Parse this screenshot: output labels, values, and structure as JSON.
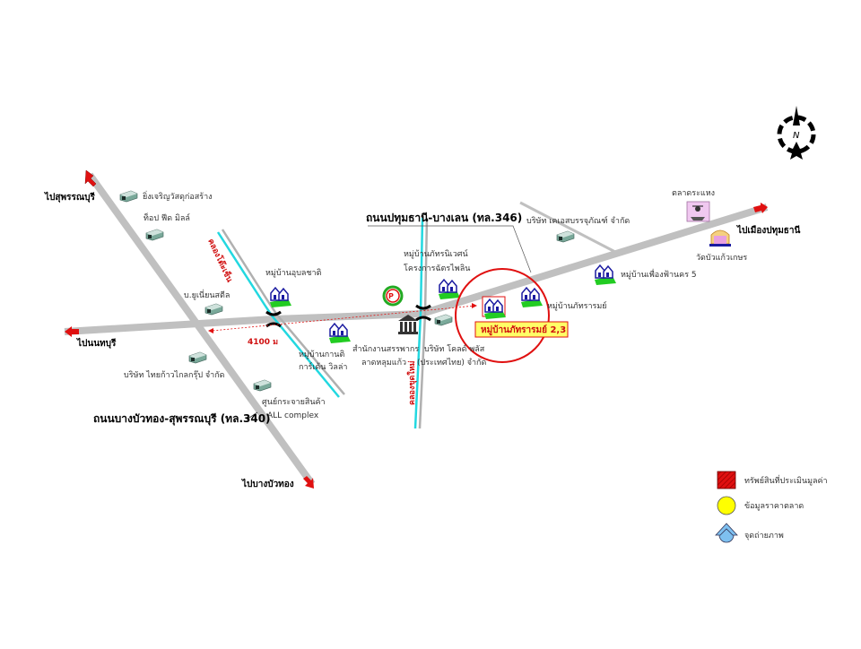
{
  "colors": {
    "road": "#c0c0c0",
    "canal": "#22d8e0",
    "marker": "#e01010",
    "highlight_fill": "#ffff66",
    "house": "#1a1aa0",
    "lawn": "#22cc22",
    "warehouse": "#5a8a7a"
  },
  "directions": {
    "suphanburi": "ไปสุพรรณบุรี",
    "nonthaburi": "ไปนนทบุรี",
    "bang_bua_thong": "ไปบางบัวทอง",
    "pathum_thani": "ไปเมืองปทุมธานี"
  },
  "roads": {
    "road_340": "ถนนบางบัวทอง-สุพรรณบุรี (ทล.340)",
    "road_346": "ถนนปทุมธานี-บางเลน (ทล.346)"
  },
  "canals": {
    "khlong_to_sen": "คลองโต๊ะเซ็น",
    "khlong_khut_mai": "คลองขุดใหม่"
  },
  "distance_label": "4100 ม",
  "places": {
    "ying_charoen": "ยิ่งเจริญวัสดุก่อสร้าง",
    "top_feed": "ท็อป ฟีด มิลล์",
    "union_steel": "บ.ยูเนี่ยนสตีล",
    "thai_kao_klai": "บริษัท ไทยก้าวไกลกรุ๊ป จำกัด",
    "ubon_chat": "หมู่บ้านอุบลชาติ",
    "kanti_1": "หมู่บ้านกานติ",
    "kanti_2": "การ์เด้น วิลล่า",
    "distribution_1": "ศูนย์กระจายสินค้า",
    "distribution_2": "ALL complex",
    "phattara_niwet_1": "หมู่บ้านภัทรนิเวศน์",
    "phattara_niwet_2": "โครงการฉัตรไพลิน",
    "revenue_1": "สำนักงานสรรพากร",
    "revenue_2": "ลาดหลุมแก้ว",
    "cold_plus_1": "บริษัท โคลด์ พลัส",
    "cold_plus_2": "(ประเทศไทย) จำกัด",
    "phattararom": "หมู่บ้านภัทรารมย์",
    "ks_packaging": "บริษัท เคเอสบรรจุภัณฑ์ จำกัด",
    "fueang_fa": "หมู่บ้านเพื่องฟ้านคร 5",
    "talat_rahaeng": "ตลาดระแหง",
    "wat_bua_kaeo": "วัดบัวแก้วเกษร"
  },
  "subject_label": "หมู่บ้านภัทรารมย์ 2,3",
  "compass_label": "N",
  "legend": [
    {
      "label": "ทรัพย์สินที่ประเมินมูลค่า",
      "icon": "red-hatched-square"
    },
    {
      "label": "ข้อมูลราคาตลาด",
      "icon": "yellow-circle"
    },
    {
      "label": "จุดถ่ายภาพ",
      "icon": "blue-arrow-circle"
    }
  ]
}
